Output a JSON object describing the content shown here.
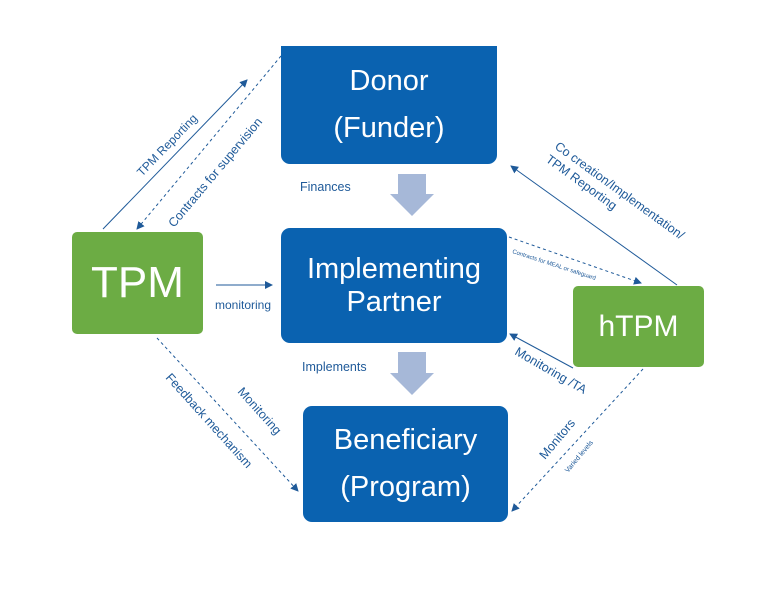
{
  "colors": {
    "node_blue": "#0a62b0",
    "node_green": "#6cac44",
    "edge": "#1f5a99",
    "block_arrow": "#a6b8d8"
  },
  "nodes": {
    "donor": {
      "line1": "Donor",
      "line2": "(Funder)"
    },
    "implementing": {
      "line1": "Implementing",
      "line2": "Partner"
    },
    "beneficiary": {
      "line1": "Beneficiary",
      "line2": "(Program)"
    },
    "tpm": {
      "label": "TPM"
    },
    "htpm": {
      "label": "hTPM"
    }
  },
  "edges": {
    "finances": "Finances",
    "implements": "Implements",
    "tpm_reporting": "TPM Reporting",
    "contracts_supervision": "Contracts for supervision",
    "monitoring_tpm": "monitoring",
    "feedback": "Feedback mechanism",
    "monitoring_beneficiary": "Monitoring",
    "cocreation_line1": "Co creation/Implementation/",
    "cocreation_line2": "TPM Reporting",
    "contracts_meal": "Contracts for MEAL or safeguard",
    "monitoring_ta": "Monitoring /TA",
    "monitors": "Monitors",
    "varied_levels": "Varied levels"
  }
}
